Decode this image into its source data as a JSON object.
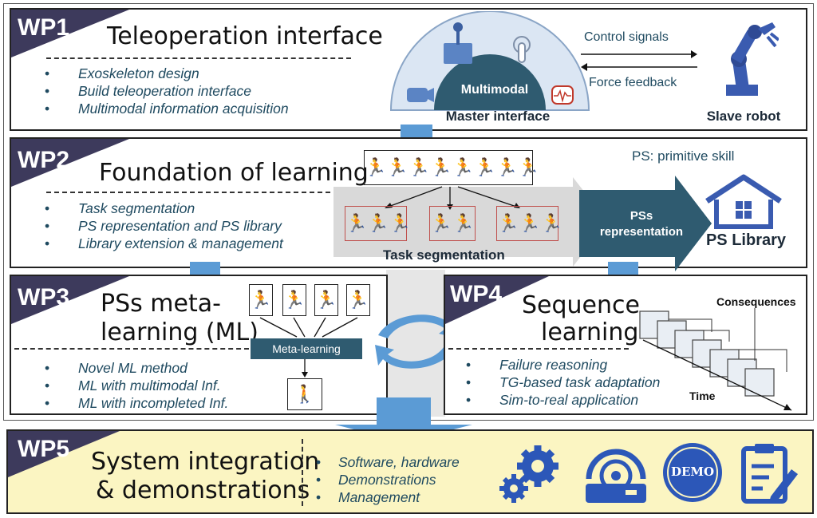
{
  "wp1": {
    "tag": "WP1",
    "title": "Teleoperation interface",
    "bullets": [
      "Exoskeleton design",
      "Build teleoperation interface",
      "Multimodal information acquisition"
    ],
    "dome_label": "Multimodal",
    "master_label": "Master interface",
    "control_signals": "Control signals",
    "force_feedback": "Force feedback",
    "slave_label": "Slave robot"
  },
  "wp2": {
    "tag": "WP2",
    "title": "Foundation of learning",
    "bullets": [
      "Task segmentation",
      "PS representation and PS library",
      "Library extension & management"
    ],
    "ps_note": "PS: primitive skill",
    "arrow_label_1": "PSs",
    "arrow_label_2": "representation",
    "library_label": "PS Library",
    "segmentation_label": "Task segmentation"
  },
  "wp3": {
    "tag": "WP3",
    "title_1": "PSs meta-",
    "title_2": "learning (ML)",
    "bullets": [
      "Novel ML method",
      "ML with multimodal Inf.",
      "ML with incompleted Inf."
    ],
    "meta_label": "Meta-learning"
  },
  "wp4": {
    "tag": "WP4",
    "title_1": "Sequence",
    "title_2": "learning",
    "bullets": [
      "Failure reasoning",
      "TG-based task adaptation",
      "Sim-to-real application"
    ],
    "consequences": "Consequences",
    "time": "Time"
  },
  "wp5": {
    "tag": "WP5",
    "title_1": "System integration",
    "title_2": "& demonstrations",
    "bullets": [
      "Software, hardware",
      "Demonstrations",
      "Management"
    ],
    "demo_badge": "DEMO"
  },
  "colors": {
    "tag": "#3d3a5c",
    "arrow_blue": "#5b9bd5",
    "dark_teal": "#2f5b70",
    "text_teal": "#1f4a60",
    "robot_blue": "#3a5bb0",
    "wp5_bg": "#fbf5c2"
  }
}
